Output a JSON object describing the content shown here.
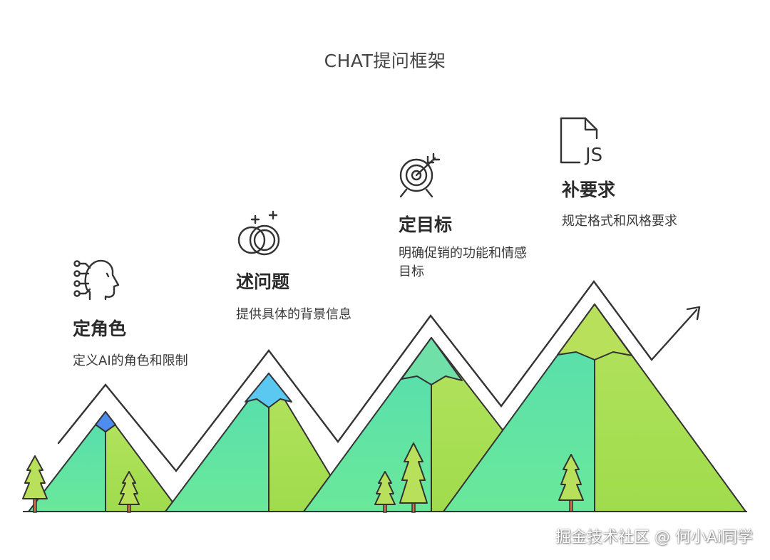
{
  "title": "CHAT提问框架",
  "steps": [
    {
      "icon": "ai-head-icon",
      "title": "定角色",
      "desc": "定义AI的角色和限制"
    },
    {
      "icon": "sparkle-circle-icon",
      "title": "述问题",
      "desc": "提供具体的背景信息"
    },
    {
      "icon": "target-icon",
      "title": "定目标",
      "desc": "明确促销的功能和情感目标"
    },
    {
      "icon": "js-file-icon",
      "title": "补要求",
      "desc": "规定格式和风格要求"
    }
  ],
  "icon_text": {
    "js": "JS"
  },
  "watermark": "掘金技术社区 @ 何小Ai同学",
  "colors": {
    "mountain_left": "#5ee7a6",
    "mountain_right": "#aee05a",
    "peak_blue": "#4f8cf0",
    "peak_sky": "#5ac8f0",
    "peak_teal": "#6fe0a8",
    "peak_lime": "#b9e05a",
    "outline": "#333333",
    "tree": "#b9e05a",
    "trunk": "#d96a4a"
  }
}
